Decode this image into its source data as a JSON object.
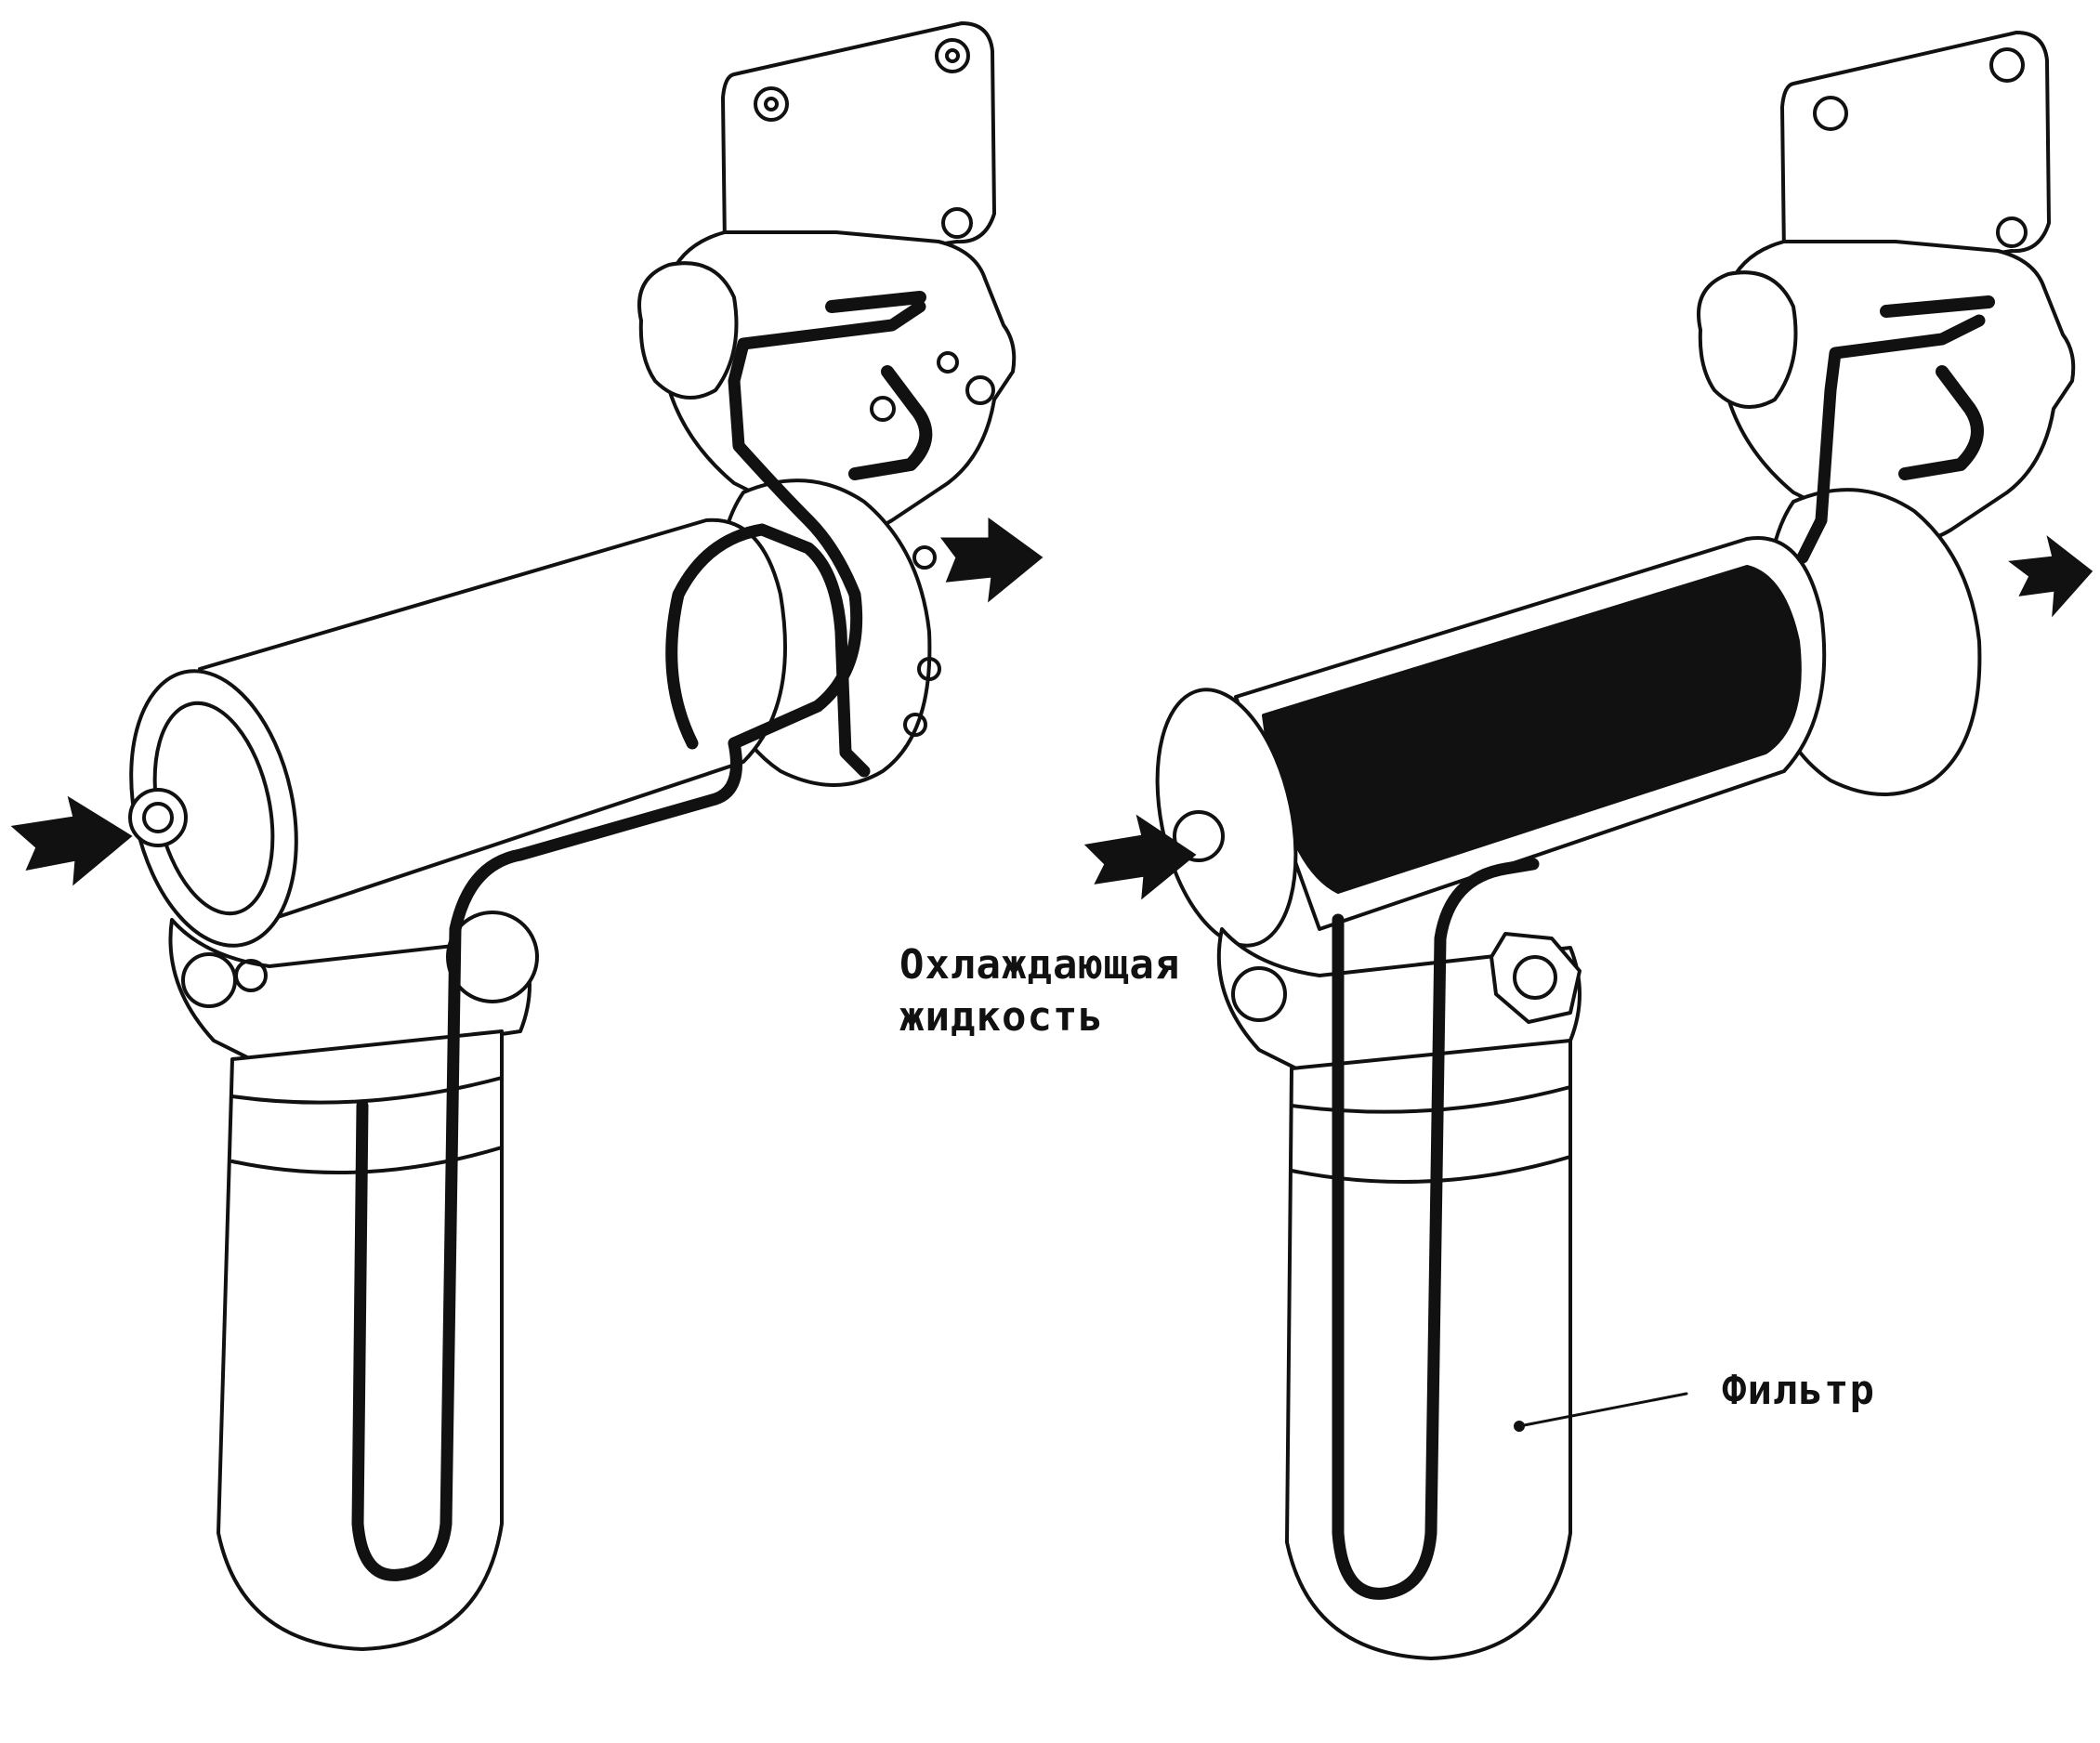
{
  "labels": {
    "coolant_line1": "Охлаждающая",
    "coolant_line2": "жидкость",
    "filter": "Фильтр"
  },
  "colors": {
    "ink": "#111111",
    "paper": "#ffffff"
  },
  "icons": {
    "flow_in": "flow-arrow-in-icon",
    "flow_out": "flow-arrow-out-icon"
  }
}
